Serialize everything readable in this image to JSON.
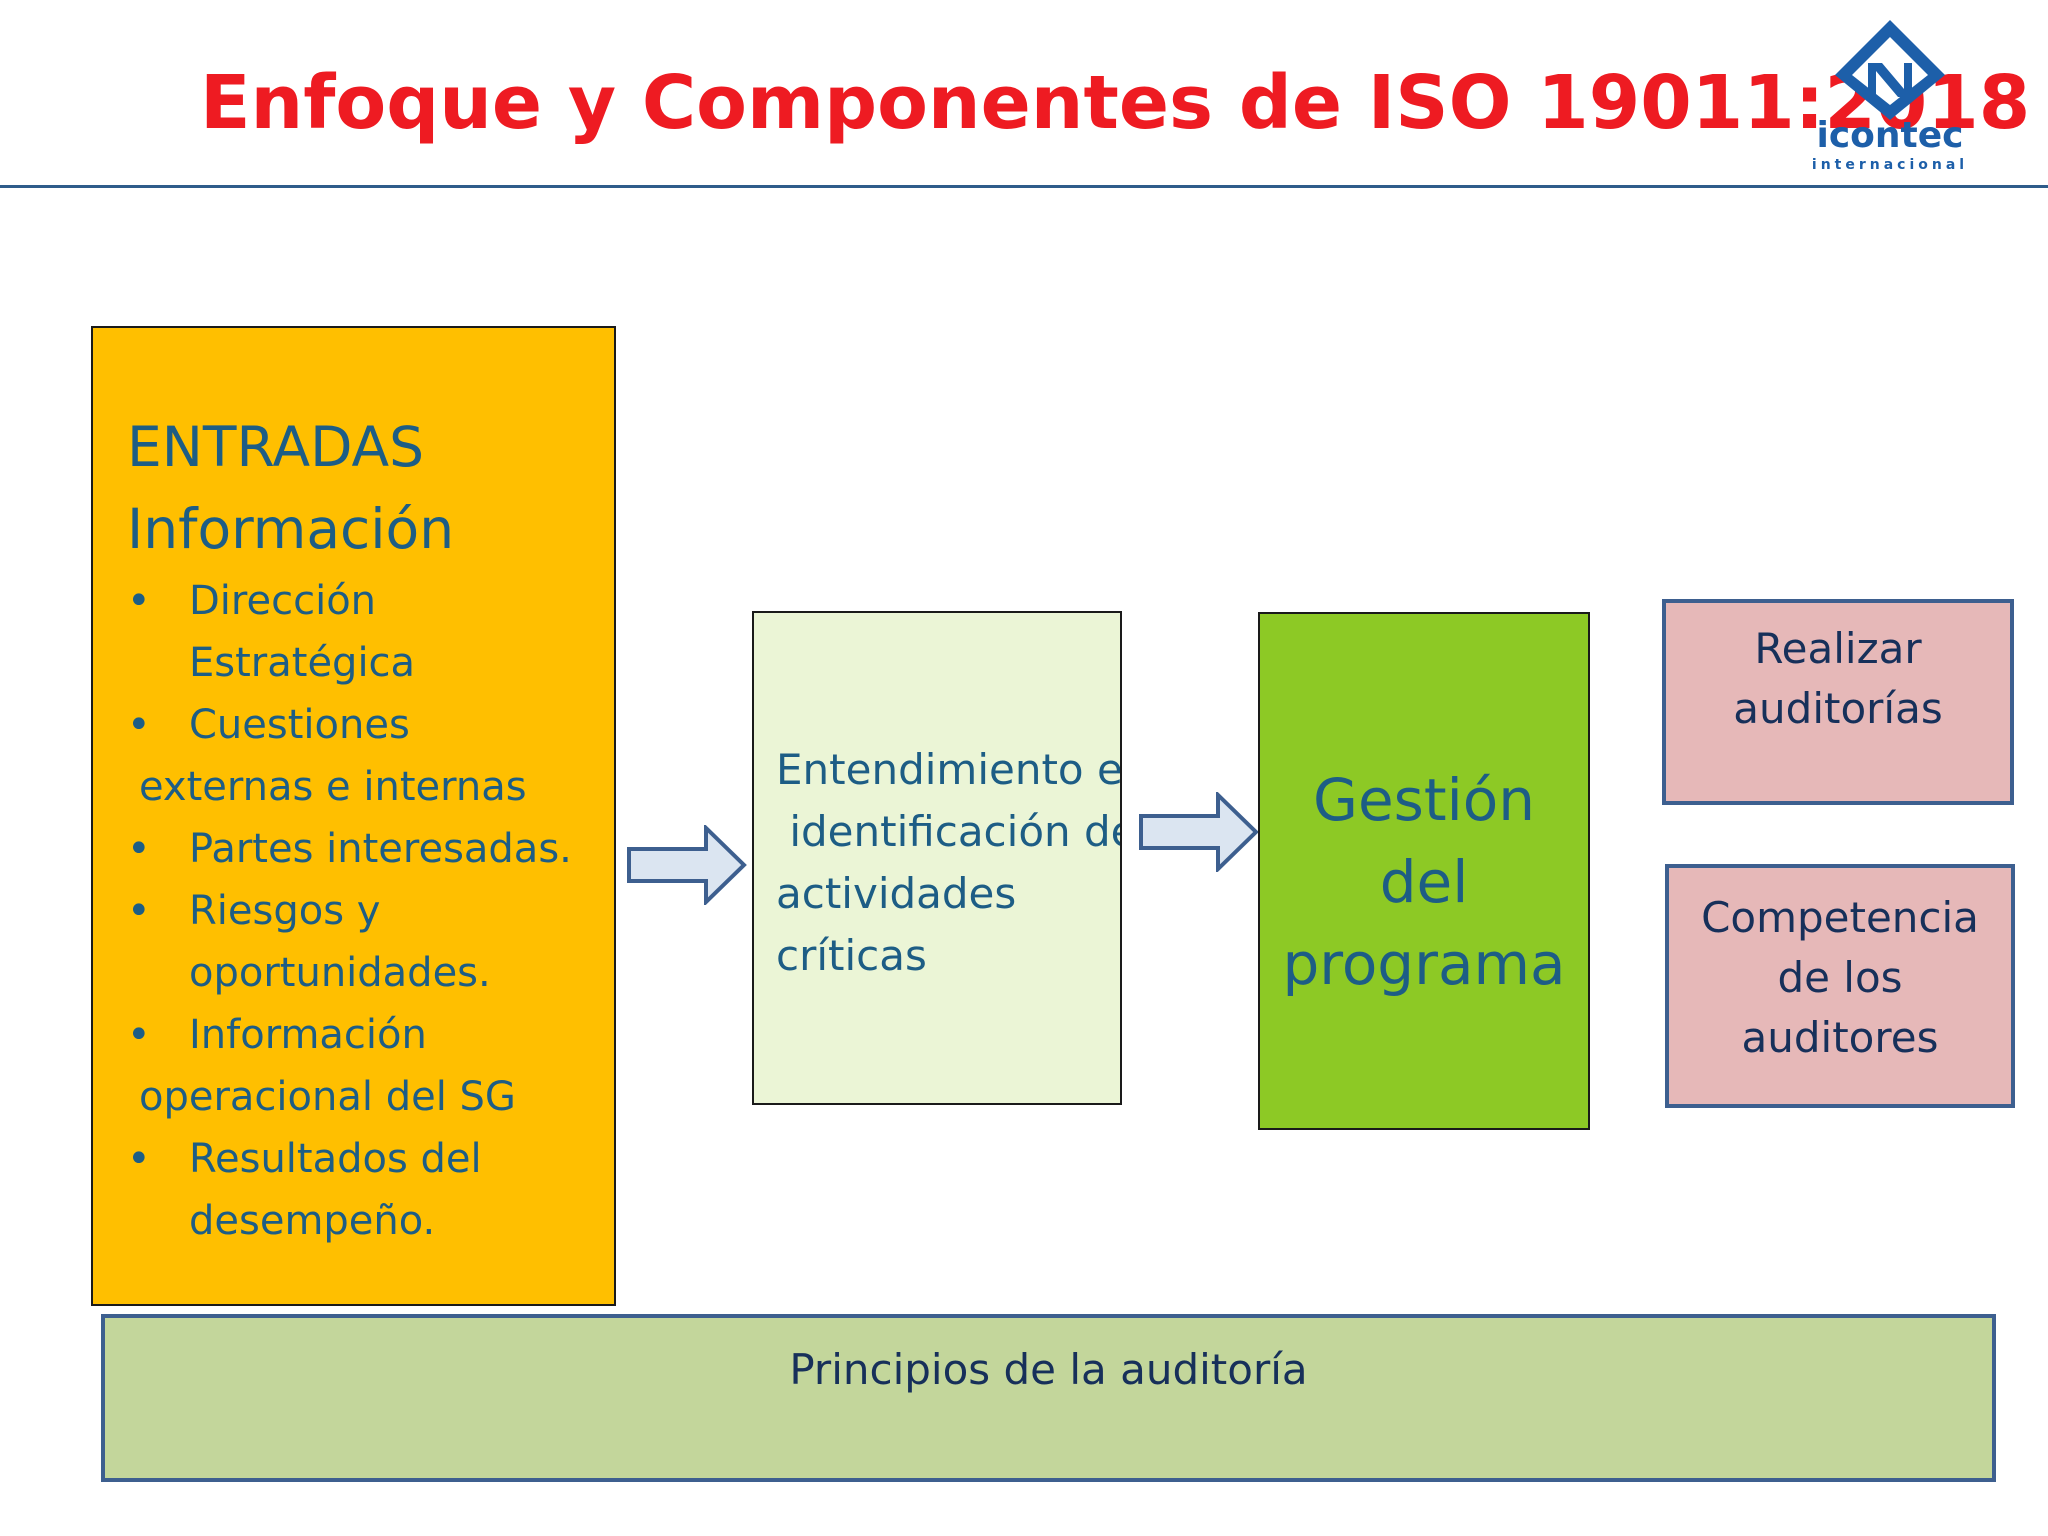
{
  "header": {
    "title": "Enfoque y Componentes de ISO 19011:2018",
    "logo": {
      "name": "icontec",
      "subtitle": "internacional",
      "icon": "icontec-logo-icon"
    }
  },
  "colors": {
    "title": "#ee1b22",
    "inputs_box": "#ffbf00",
    "understanding_box": "#ebf5d6",
    "program_box": "#8dc925",
    "conduct_box": "#e6b8b8",
    "principles_box": "#c3d69b",
    "text_teal": "#1d5d85",
    "text_navy": "#17305a",
    "box_border_blue": "#3d5f8f"
  },
  "inputs": {
    "title_line1": "ENTRADAS",
    "title_line2": "Información",
    "items": [
      {
        "line1": "Dirección",
        "line2": "Estratégica",
        "wrap": "indent"
      },
      {
        "line1": "Cuestiones",
        "line2": "externas e internas",
        "wrap": "outdent"
      },
      {
        "line1": "Partes interesadas.",
        "line2": "",
        "wrap": "indent"
      },
      {
        "line1": "Riesgos y",
        "line2": "oportunidades.",
        "wrap": "indent"
      },
      {
        "line1": "Información",
        "line2": "operacional del SG",
        "wrap": "outdent"
      },
      {
        "line1": "Resultados del",
        "line2": "desempeño.",
        "wrap": "indent"
      }
    ]
  },
  "understanding": {
    "lines": [
      "Entendimiento e",
      " identificación de",
      "actividades",
      "críticas"
    ]
  },
  "program": {
    "lines": [
      "Gestión",
      "del",
      "programa"
    ]
  },
  "conduct": {
    "lines": [
      "Realizar",
      "auditorías"
    ]
  },
  "competence": {
    "lines": [
      "Competencia",
      "de los",
      "auditores"
    ]
  },
  "principles": {
    "label": "Principios de la auditoría"
  },
  "arrows": {
    "icon": "right-arrow-icon"
  }
}
